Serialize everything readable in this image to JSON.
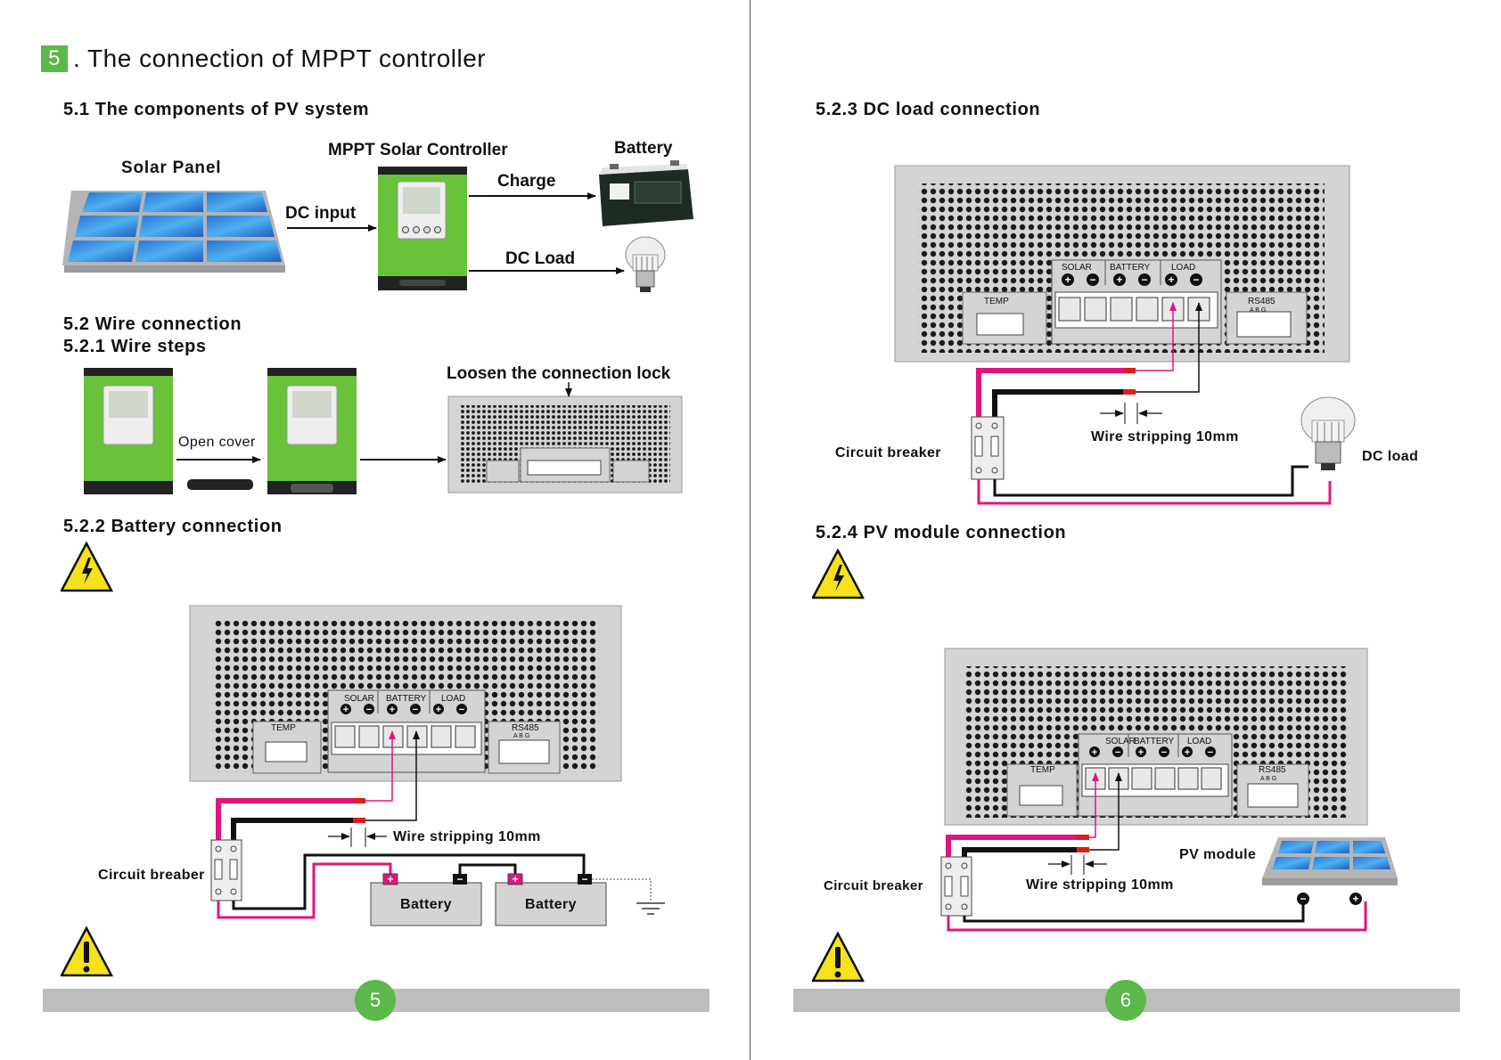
{
  "left_page": {
    "chapter_number": "5",
    "chapter_title": ". The connection of MPPT controller",
    "sec_5_1": "5.1 The components of PV system",
    "solar_panel": "Solar Panel",
    "controller": "MPPT Solar Controller",
    "battery": "Battery",
    "charge": "Charge",
    "dc_input": "DC input",
    "dc_load": "DC Load",
    "sec_5_2": "5.2 Wire connection",
    "sec_5_2_1": "5.2.1 Wire steps",
    "open_cover": "Open  cover",
    "loosen_lock": "Loosen the connection lock",
    "sec_5_2_2": "5.2.2 Battery connection",
    "circuit_breaker": "Circuit breaber",
    "wire_stripping": "Wire stripping 10mm",
    "battery_box_1": "Battery",
    "battery_box_2": "Battery",
    "page_number": "5"
  },
  "right_page": {
    "sec_5_2_3": "5.2.3 DC load connection",
    "circuit_breaker_1": "Circuit breaker",
    "wire_stripping_1": "Wire stripping 10mm",
    "dc_load": "DC load",
    "sec_5_2_4": "5.2.4 PV module connection",
    "circuit_breaker_2": "Circuit breaker",
    "wire_stripping_2": "Wire stripping 10mm",
    "pv_module": "PV module",
    "page_number": "6"
  },
  "terminal_labels": {
    "solar": "SOLAR",
    "battery": "BATTERY",
    "load": "LOAD",
    "temp": "TEMP",
    "rs485": "RS485",
    "abg": "A  B  G"
  },
  "colors": {
    "accent_green": "#5bb84a",
    "wire_positive": "#e0157f",
    "wire_negative": "#111111",
    "panel_grey": "#d4d4d4",
    "footer_grey": "#bdbdbd"
  }
}
